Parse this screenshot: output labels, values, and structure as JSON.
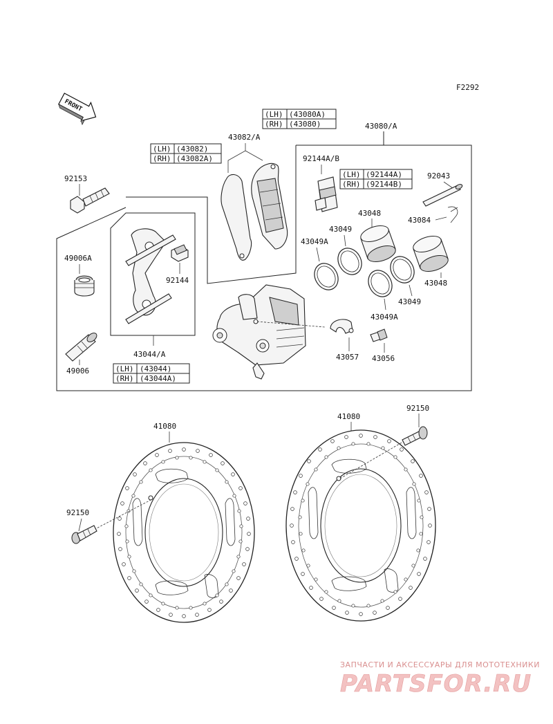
{
  "diagram": {
    "code": "F2292",
    "front_label": "FRONT",
    "labels": {
      "p43080A": "43080/A",
      "p43082A": "43082/A",
      "p92153": "92153",
      "p92144AB": "92144A/B",
      "p92043": "92043",
      "p43048a": "43048",
      "p43084": "43084",
      "p43049a": "43049",
      "p43049Aa": "43049A",
      "p49006A": "49006A",
      "p92144": "92144",
      "p43048b": "43048",
      "p43049b": "43049",
      "p43049Ab": "43049A",
      "p43057": "43057",
      "p43056": "43056",
      "p43044A": "43044/A",
      "p49006": "49006",
      "p41080a": "41080",
      "p41080b": "41080",
      "p92150a": "92150",
      "p92150b": "92150"
    },
    "variant_tables": {
      "caliper": {
        "lh_tag": "(LH)",
        "lh_part": "(43080A)",
        "rh_tag": "(RH)",
        "rh_part": "(43080)"
      },
      "pads": {
        "lh_tag": "(LH)",
        "lh_part": "(43082)",
        "rh_tag": "(RH)",
        "rh_part": "(43082A)"
      },
      "shims": {
        "lh_tag": "(LH)",
        "lh_part": "(92144A)",
        "rh_tag": "(RH)",
        "rh_part": "(92144B)"
      },
      "bracket": {
        "lh_tag": "(LH)",
        "lh_part": "(43044)",
        "rh_tag": "(RH)",
        "rh_part": "(43044A)"
      }
    }
  },
  "watermark": {
    "tagline": "ЗАПЧАСТИ И АКСЕССУАРЫ ДЛЯ МОТОТЕХНИКИ",
    "brand": "PARTSFOR.RU"
  }
}
